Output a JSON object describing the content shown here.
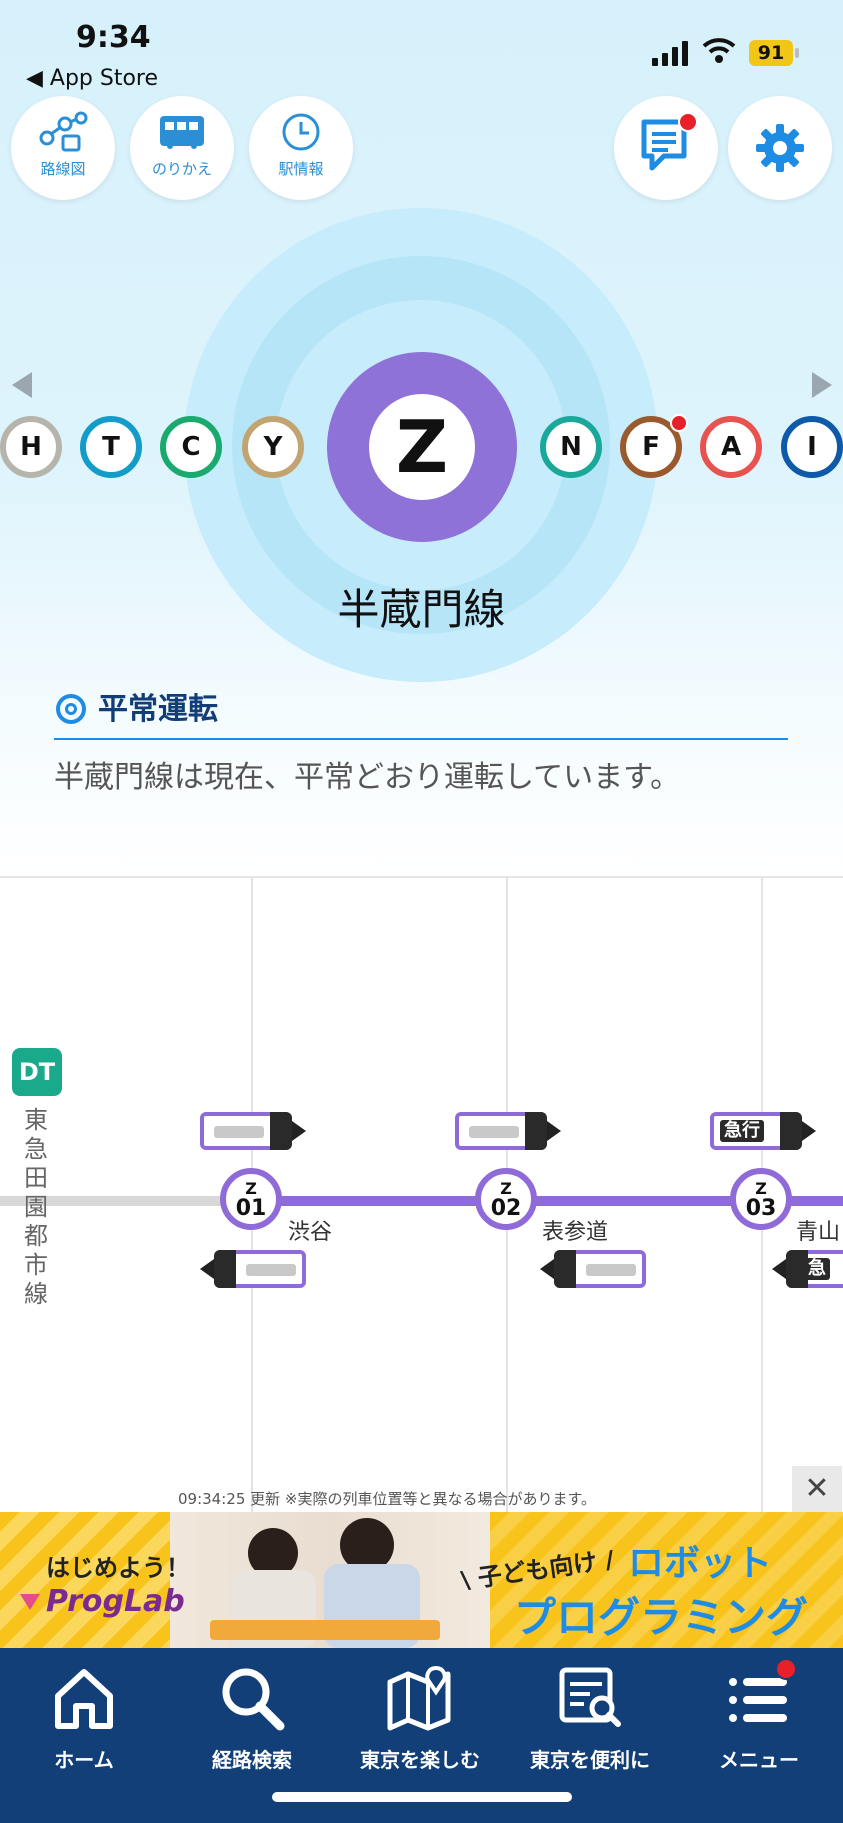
{
  "status_bar": {
    "time": "9:34",
    "back_label": "◀ App Store",
    "battery": "91"
  },
  "top_buttons": [
    {
      "label": "路線図",
      "icon": "route-map-icon"
    },
    {
      "label": "のりかえ",
      "icon": "transfer-train-icon"
    },
    {
      "label": "駅情報",
      "icon": "clock-icon"
    }
  ],
  "lines": [
    "H",
    "T",
    "C",
    "Y",
    "N",
    "F",
    "A",
    "I"
  ],
  "selected_line": {
    "letter": "Z",
    "name": "半蔵門線",
    "color": "#8f72d8"
  },
  "line_colors": {
    "H": "#b5b5ac",
    "T": "#149cc8",
    "C": "#1aaa6e",
    "Y": "#c1a470",
    "N": "#1aa89a",
    "F": "#9b5a2e",
    "A": "#e8534f",
    "I": "#0f5aa8"
  },
  "status": {
    "title": "平常運転",
    "message": "半蔵門線は現在、平常どおり運転しています。"
  },
  "map": {
    "connecting_line": {
      "code": "DT",
      "name": "東急田園都市線"
    },
    "stations": [
      {
        "code_prefix": "Z",
        "number": "01",
        "name": "渋谷"
      },
      {
        "code_prefix": "Z",
        "number": "02",
        "name": "表参道"
      },
      {
        "code_prefix": "Z",
        "number": "03",
        "name": "青山"
      }
    ],
    "express_label": "急行",
    "express_partial": "急",
    "update_note": "09:34:25 更新 ※実際の列車位置等と異なる場合があります。"
  },
  "ad": {
    "close": "✕",
    "headline": "はじめよう！",
    "brand": "ProgLab",
    "tagline": "\\ 子ども向け /",
    "title1": "ロボット",
    "title2": "プログラミング"
  },
  "nav": [
    {
      "label": "ホーム",
      "icon": "home-icon"
    },
    {
      "label": "経路検索",
      "icon": "search-icon"
    },
    {
      "label": "東京を楽しむ",
      "icon": "map-pin-icon"
    },
    {
      "label": "東京を便利に",
      "icon": "document-search-icon"
    },
    {
      "label": "メニュー",
      "icon": "menu-icon"
    }
  ]
}
